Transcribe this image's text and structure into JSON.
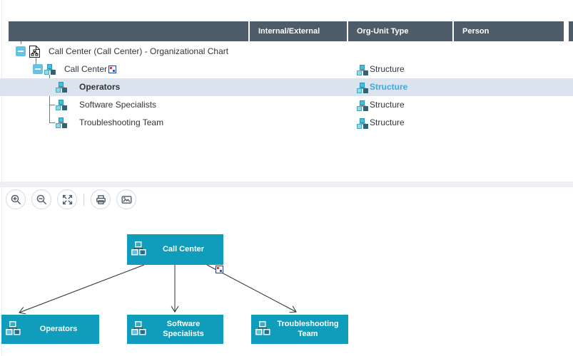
{
  "colors": {
    "header_bg": "#4e5b68",
    "node_teal": "#0f9dbb",
    "selected_row_bg": "#dbe3ee",
    "selected_text_blue": "#3fa8dc",
    "expander_blue": "#62c3e4"
  },
  "table": {
    "columns": [
      "",
      "Internal/External",
      "Org-Unit Type",
      "Person"
    ],
    "rows": [
      {
        "label": "Call Center (Call Center) - Organizational Chart",
        "org_unit_type": "",
        "person": ""
      },
      {
        "label": "Call Center",
        "org_unit_type": "Structure",
        "person": ""
      },
      {
        "label": "Operators",
        "org_unit_type": "Structure",
        "person": "",
        "selected": true
      },
      {
        "label": "Software Specialists",
        "org_unit_type": "Structure",
        "person": ""
      },
      {
        "label": "Troubleshooting Team",
        "org_unit_type": "Structure",
        "person": ""
      }
    ]
  },
  "toolbar": {
    "buttons": [
      "zoom-in",
      "zoom-out",
      "fit-to-screen",
      "print",
      "export-image"
    ]
  },
  "chart": {
    "root": {
      "label": "Call Center"
    },
    "children": [
      {
        "label": "Operators"
      },
      {
        "label": "Software Specialists"
      },
      {
        "label": "Troubleshooting Team"
      }
    ]
  }
}
